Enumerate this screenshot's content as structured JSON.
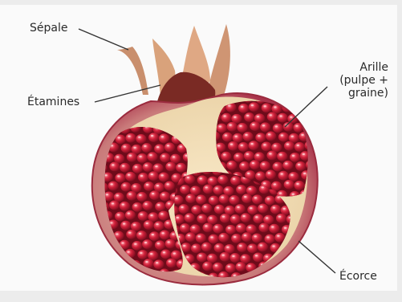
{
  "labels": {
    "sepale": "Sépale",
    "etamines": "Étamines",
    "arille": "Arille\n(pulpe +\ngraine)",
    "ecorce": "Écorce"
  }
}
